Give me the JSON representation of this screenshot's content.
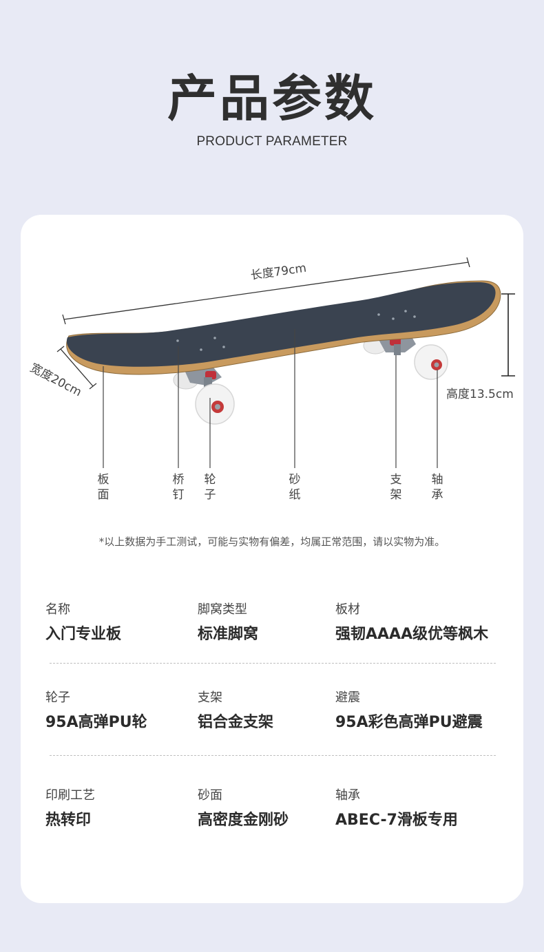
{
  "header": {
    "title": "产品参数",
    "subtitle": "PRODUCT PARAMETER"
  },
  "diagram": {
    "length_label": "长度79cm",
    "width_label": "宽度20cm",
    "height_label": "高度13.5cm",
    "parts": [
      "板面",
      "桥钉",
      "轮子",
      "砂纸",
      "支架",
      "轴承"
    ]
  },
  "note": "*以上数据为手工测试，可能与实物有偏差，均属正常范围，请以实物为准。",
  "specs": [
    {
      "label": "名称",
      "value": "入门专业板"
    },
    {
      "label": "脚窝类型",
      "value": "标准脚窝"
    },
    {
      "label": "板材",
      "value": "强韧AAAA级优等枫木"
    },
    {
      "label": "轮子",
      "value": "95A高弹PU轮"
    },
    {
      "label": "支架",
      "value": "铝合金支架"
    },
    {
      "label": "避震",
      "value": "95A彩色高弹PU避震"
    },
    {
      "label": "印刷工艺",
      "value": "热转印"
    },
    {
      "label": "砂面",
      "value": "高密度金刚砂"
    },
    {
      "label": "轴承",
      "value": "ABEC-7滑板专用"
    }
  ],
  "colors": {
    "background": "#e8eaf5",
    "card": "#ffffff",
    "griptape": "#3a4350",
    "wood": "#c89a5e",
    "wheel": "#f1f1f1",
    "bushing": "#c0303a"
  }
}
